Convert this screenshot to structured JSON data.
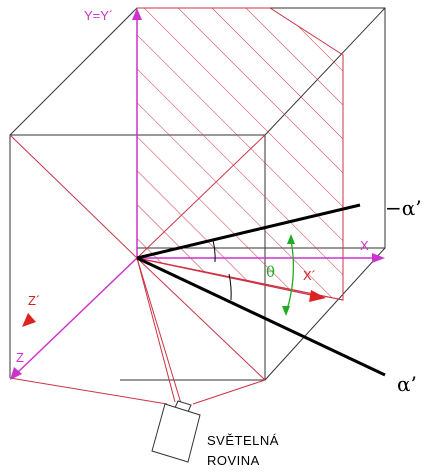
{
  "labels": {
    "y_axis": "Y=Y´",
    "x_axis": "X",
    "x_prime": "X´",
    "z_prime": "Z´",
    "z_axis": "Z",
    "theta": "θ",
    "minus_alpha": "−α’",
    "alpha": "α’",
    "camera_line1": "SVĚTELNÁ",
    "camera_line2": "ROVINA"
  },
  "colors": {
    "magenta": "#cc33cc",
    "red": "#dd2222",
    "dark_red": "#aa3333",
    "green": "#22aa22",
    "black": "#000000",
    "box": "#333333"
  }
}
